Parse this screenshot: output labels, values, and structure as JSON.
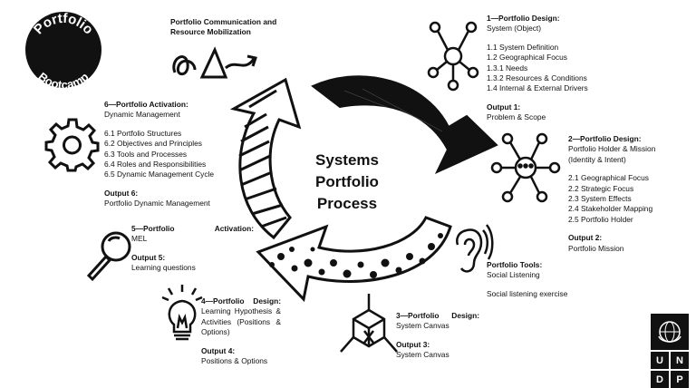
{
  "badge": {
    "line1": "Portfolio",
    "line2": "Bootcamp"
  },
  "center": {
    "line1": "Systems",
    "line2": "Portfolio",
    "line3": "Process"
  },
  "communication": {
    "line1": "Portfolio Communication and",
    "line2": "Resource Mobilization"
  },
  "design1": {
    "heading": "1—Portfolio Design:",
    "subtitle": "System (Object)",
    "items": [
      "1.1 System Definition",
      "1.2 Geographical Focus",
      "1.3.1 Needs",
      "1.3.2 Resources & Conditions",
      "1.4 Internal & External Drivers"
    ],
    "output_label": "Output 1:",
    "output_value": "Problem & Scope"
  },
  "design2": {
    "heading": "2—Portfolio Design:",
    "subtitle1": "Portfolio Holder & Mission",
    "subtitle2": "(Identity & Intent)",
    "items": [
      "2.1 Geographical Focus",
      "2.2 Strategic Focus",
      "2.3 System Effects",
      "2.4 Stakeholder Mapping",
      "2.5 Portfolio Holder"
    ],
    "output_label": "Output 2:",
    "output_value": "Portfolio Mission"
  },
  "tools": {
    "heading": "Portfolio Tools:",
    "item1": "Social Listening",
    "item2": "Social listening exercise"
  },
  "design3": {
    "heading_a": "3—Portfolio",
    "heading_b": "Design:",
    "subtitle": "System Canvas",
    "output_label": "Output 3:",
    "output_value": "System Canvas"
  },
  "design4": {
    "heading_a": "4—Portfolio",
    "heading_b": "Design:",
    "line1_a": "Learning",
    "line1_b": "Hypothesis",
    "line1_c": "&",
    "line2_a": "Activities",
    "line2_b": "(Positions",
    "line2_c": "&",
    "line3": "Options)",
    "output_label": "Output 4:",
    "output_value": "Positions & Options"
  },
  "activation5": {
    "heading_a": "5—Portfolio",
    "heading_b": "Activation:",
    "subtitle": "MEL",
    "output_label": "Output 5:",
    "output_value": "Learning questions"
  },
  "activation6": {
    "heading": "6—Portfolio Activation:",
    "subtitle": "Dynamic Management",
    "items": [
      "6.1 Portfolio Structures",
      "6.2 Objectives and Principles",
      "6.3 Tools and Processes",
      "6.4 Roles and Responsibilities",
      "6.5 Dynamic Management Cycle"
    ],
    "output_label": "Output 6:",
    "output_value": "Portfolio Dynamic Management"
  },
  "undp": {
    "letters": [
      "U",
      "N",
      "D",
      "P"
    ]
  },
  "colors": {
    "ink": "#111111",
    "paper": "#ffffff",
    "logo_blue": "#000000"
  }
}
